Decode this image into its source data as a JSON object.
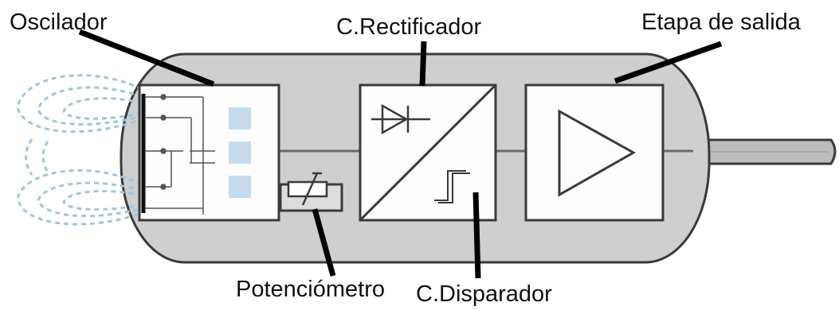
{
  "labels": {
    "oscilador": "Oscilador",
    "rectificador": "C.Rectificador",
    "etapa_salida": "Etapa de salida",
    "potenciometro": "Potenciómetro",
    "disparador": "C.Disparador"
  },
  "colors": {
    "housing_fill": "#cfcfcf",
    "block_fill": "#fdfdfd",
    "stroke": "#3a3a3a",
    "leader": "#000000",
    "field": "#9fc6de",
    "text": "#111111"
  }
}
